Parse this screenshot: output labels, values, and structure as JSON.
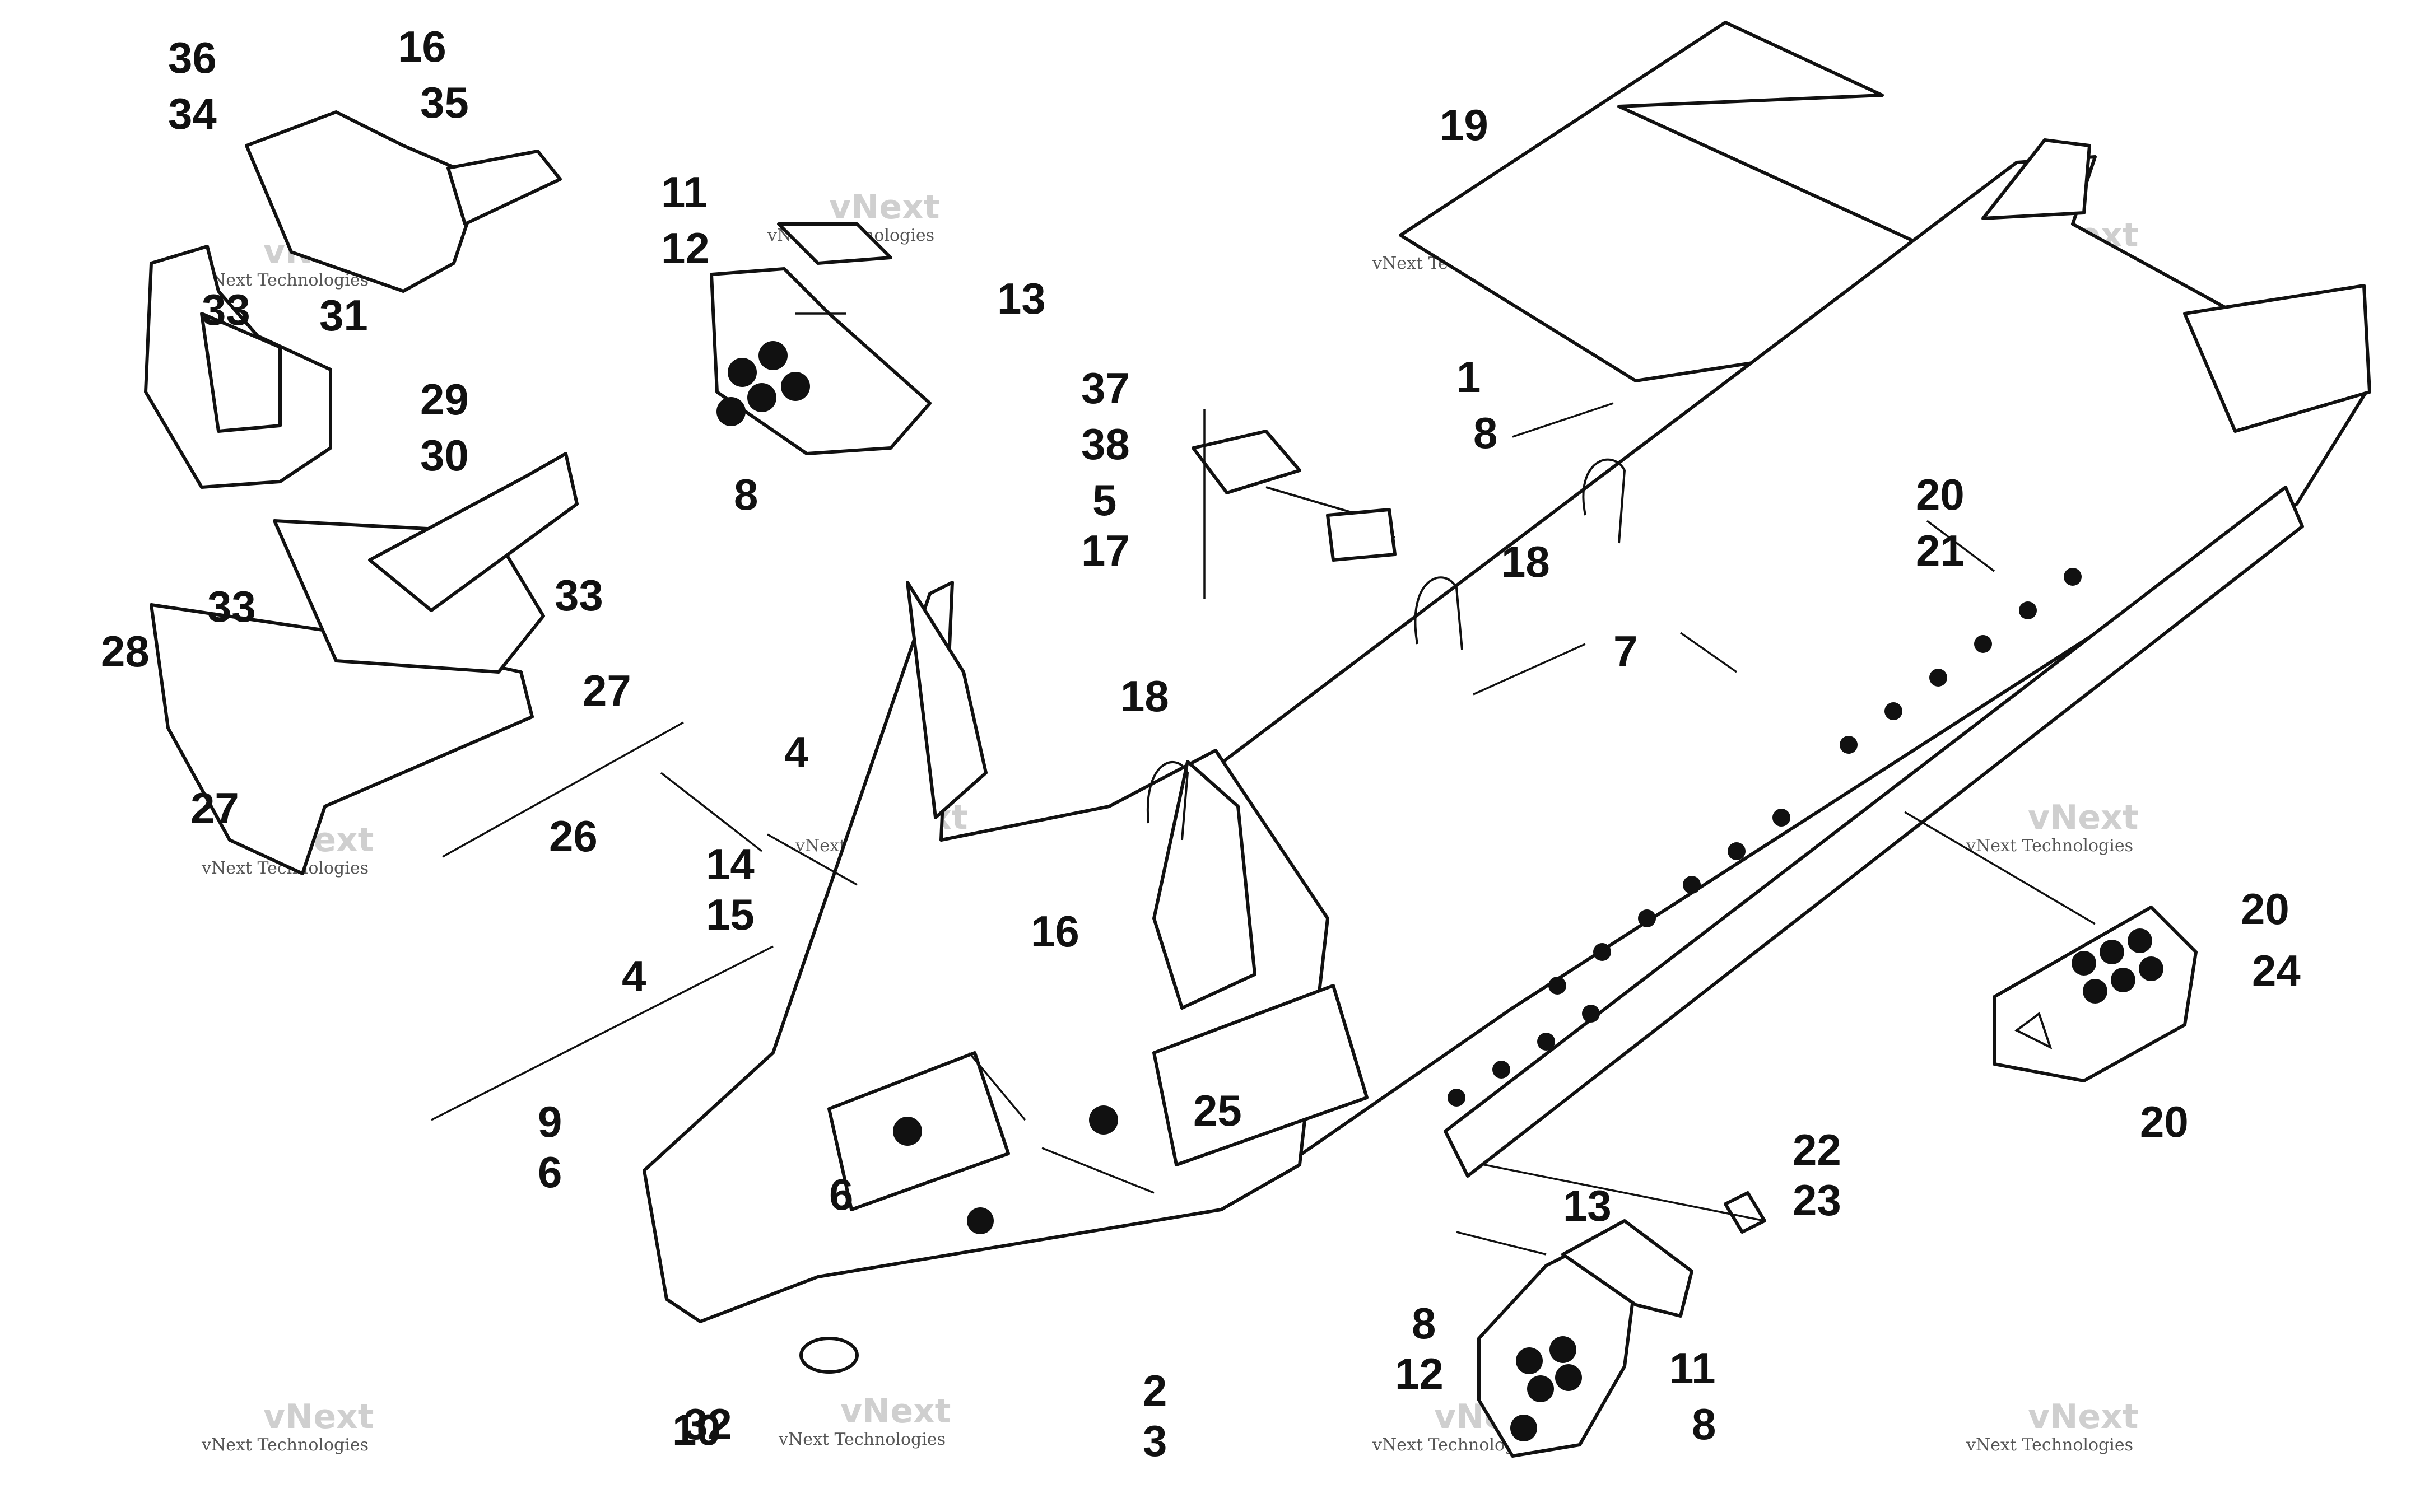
{
  "watermark": {
    "company": "vNext",
    "text": "vNext Technologies"
  },
  "callouts": [
    {
      "id": "c1",
      "label": "1"
    },
    {
      "id": "c2",
      "label": "2"
    },
    {
      "id": "c3",
      "label": "3"
    },
    {
      "id": "c4a",
      "label": "4"
    },
    {
      "id": "c4b",
      "label": "4"
    },
    {
      "id": "c5",
      "label": "5"
    },
    {
      "id": "c6a",
      "label": "6"
    },
    {
      "id": "c6b",
      "label": "6"
    },
    {
      "id": "c7",
      "label": "7"
    },
    {
      "id": "c8a",
      "label": "8"
    },
    {
      "id": "c8b",
      "label": "8"
    },
    {
      "id": "c8c",
      "label": "8"
    },
    {
      "id": "c8d",
      "label": "8"
    },
    {
      "id": "c9",
      "label": "9"
    },
    {
      "id": "c10",
      "label": "10"
    },
    {
      "id": "c11a",
      "label": "11"
    },
    {
      "id": "c11b",
      "label": "11"
    },
    {
      "id": "c12a",
      "label": "12"
    },
    {
      "id": "c12b",
      "label": "12"
    },
    {
      "id": "c13a",
      "label": "13"
    },
    {
      "id": "c13b",
      "label": "13"
    },
    {
      "id": "c14",
      "label": "14"
    },
    {
      "id": "c15",
      "label": "15"
    },
    {
      "id": "c16a",
      "label": "16"
    },
    {
      "id": "c16b",
      "label": "16"
    },
    {
      "id": "c17",
      "label": "17"
    },
    {
      "id": "c18a",
      "label": "18"
    },
    {
      "id": "c18b",
      "label": "18"
    },
    {
      "id": "c19",
      "label": "19"
    },
    {
      "id": "c20a",
      "label": "20"
    },
    {
      "id": "c20b",
      "label": "20"
    },
    {
      "id": "c20c",
      "label": "20"
    },
    {
      "id": "c21",
      "label": "21"
    },
    {
      "id": "c22",
      "label": "22"
    },
    {
      "id": "c23",
      "label": "23"
    },
    {
      "id": "c24",
      "label": "24"
    },
    {
      "id": "c25",
      "label": "25"
    },
    {
      "id": "c26",
      "label": "26"
    },
    {
      "id": "c27a",
      "label": "27"
    },
    {
      "id": "c27b",
      "label": "27"
    },
    {
      "id": "c28",
      "label": "28"
    },
    {
      "id": "c29",
      "label": "29"
    },
    {
      "id": "c30",
      "label": "30"
    },
    {
      "id": "c31",
      "label": "31"
    },
    {
      "id": "c32",
      "label": "32"
    },
    {
      "id": "c33a",
      "label": "33"
    },
    {
      "id": "c33b",
      "label": "33"
    },
    {
      "id": "c33c",
      "label": "33"
    },
    {
      "id": "c34",
      "label": "34"
    },
    {
      "id": "c35",
      "label": "35"
    },
    {
      "id": "c36",
      "label": "36"
    },
    {
      "id": "c37",
      "label": "37"
    },
    {
      "id": "c38",
      "label": "38"
    }
  ]
}
